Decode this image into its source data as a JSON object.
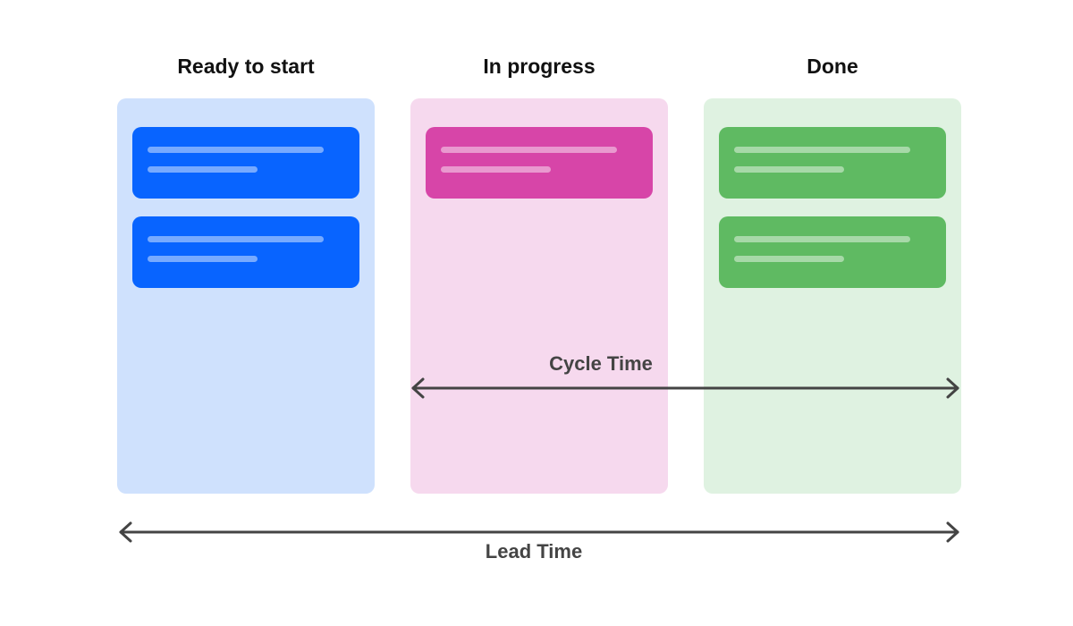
{
  "columns": [
    {
      "title": "Ready to start",
      "background": "#cfe1fd",
      "card_color": "#0864ff",
      "cards": 2
    },
    {
      "title": "In progress",
      "background": "#f6d9ee",
      "card_color": "#d745a8",
      "cards": 1
    },
    {
      "title": "Done",
      "background": "#dff2e1",
      "card_color": "#5fba62",
      "cards": 2
    }
  ],
  "cycle_time": {
    "label": "Cycle Time",
    "from_column": "In progress",
    "to_column": "Done"
  },
  "lead_time": {
    "label": "Lead Time",
    "from_column": "Ready to start",
    "to_column": "Done"
  },
  "arrow_color": "#444444"
}
